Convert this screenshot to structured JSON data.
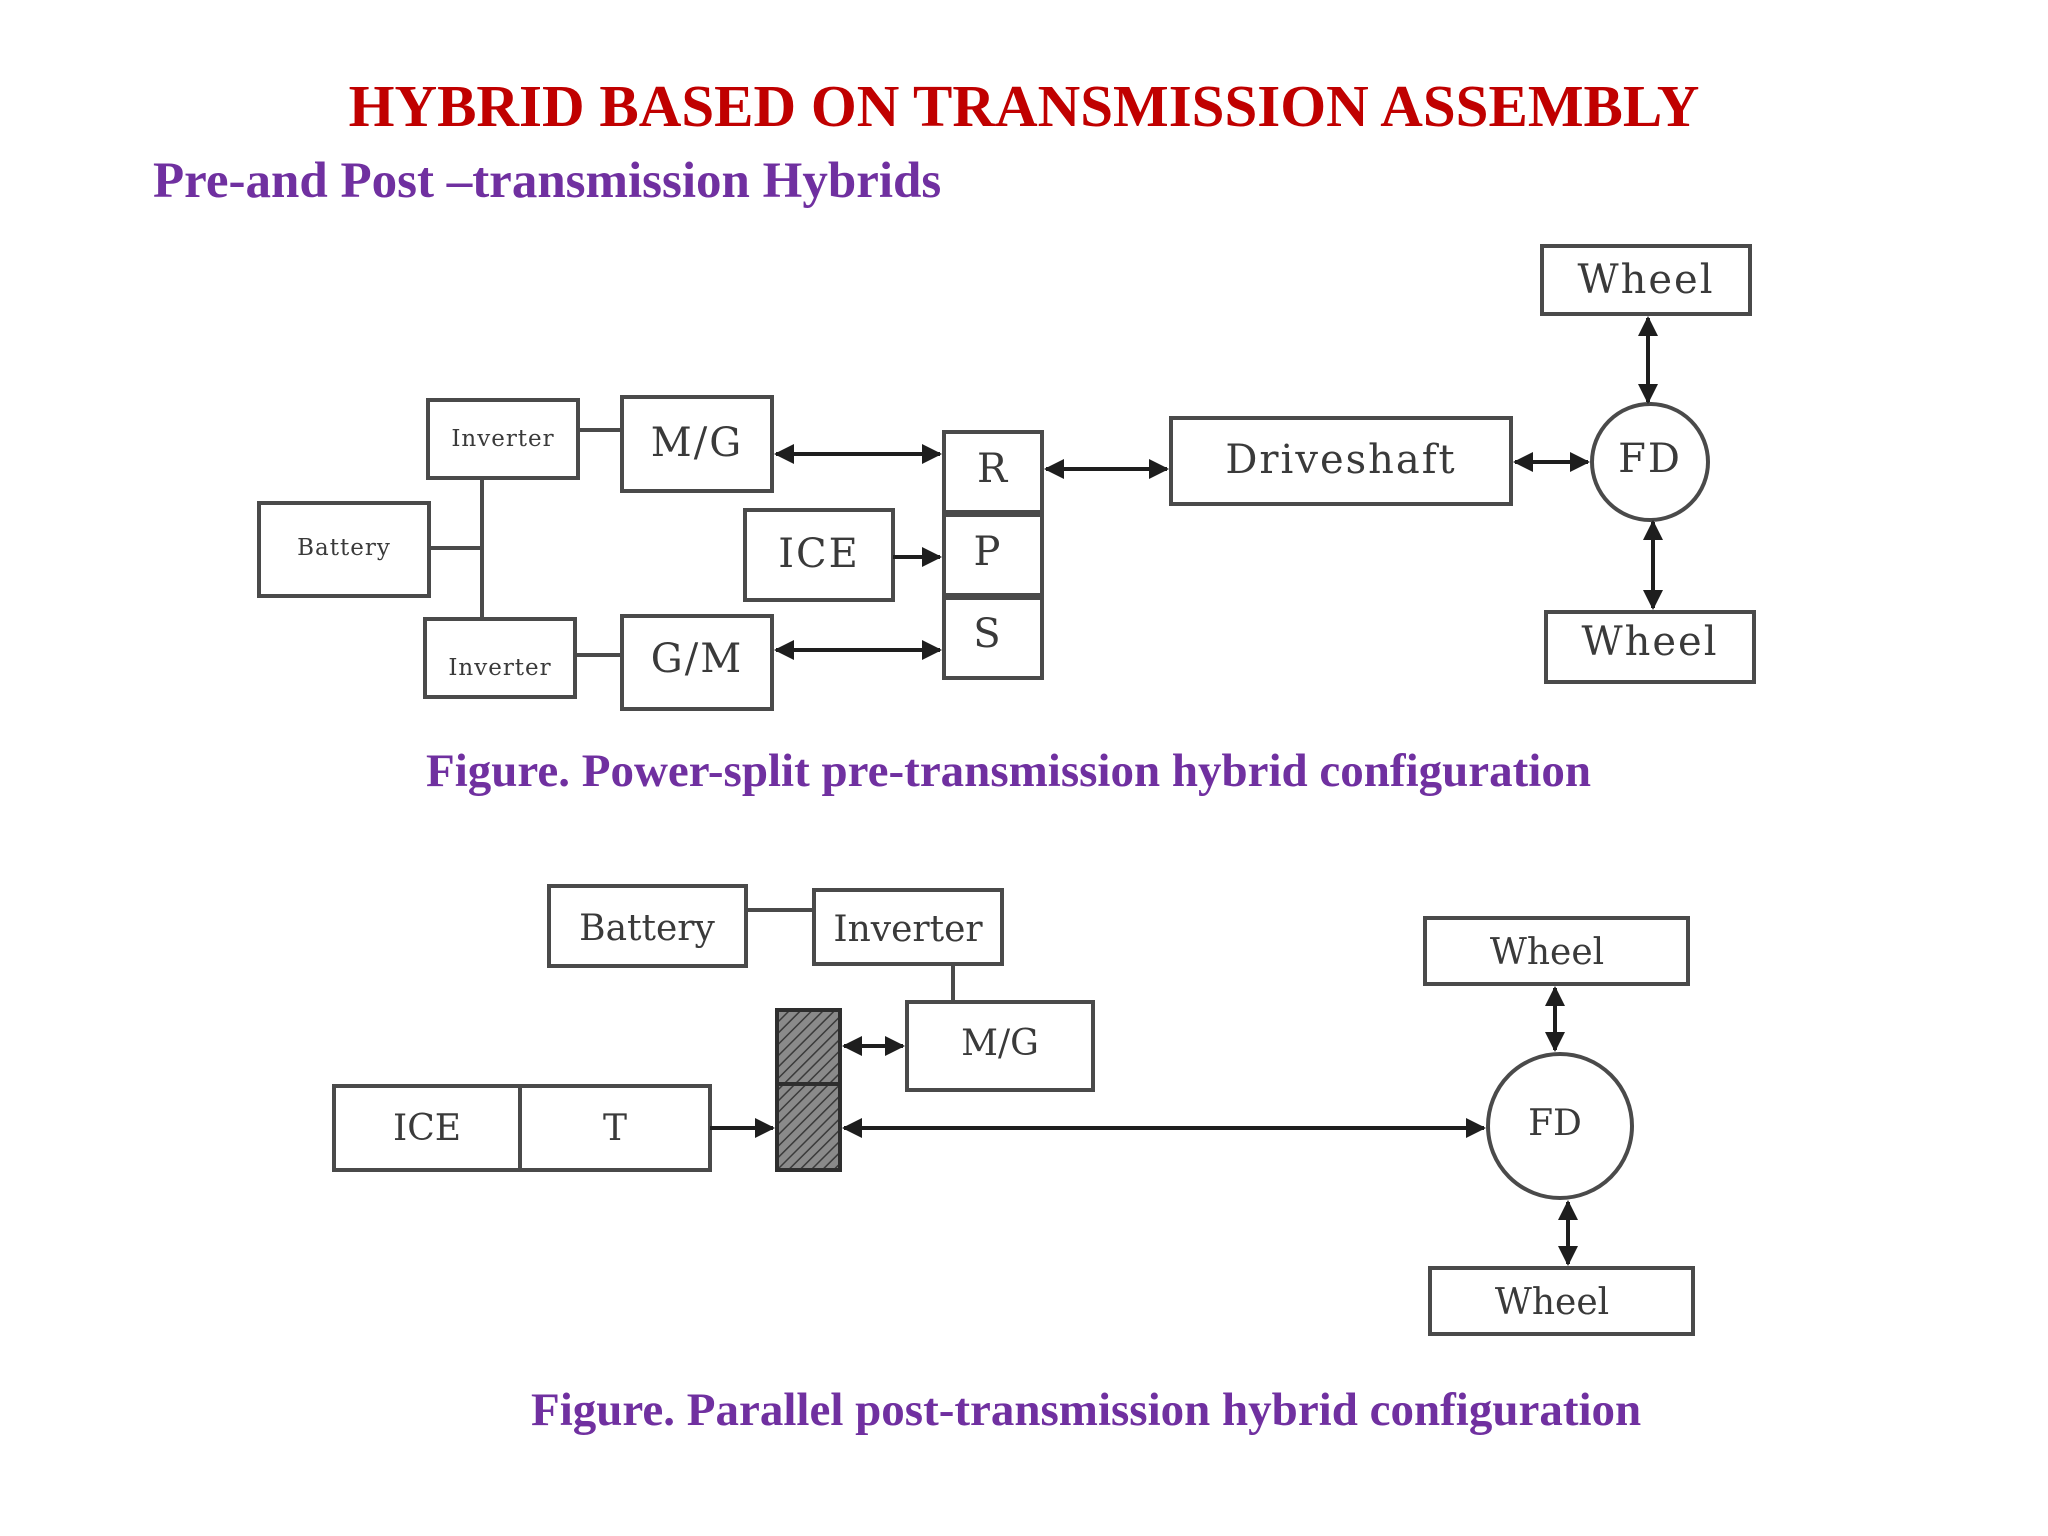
{
  "title": "HYBRID BASED ON TRANSMISSION ASSEMBLY",
  "subtitle": "Pre-and Post –transmission Hybrids",
  "figure1": {
    "caption": "Figure. Power-split pre-transmission hybrid configuration",
    "labels": {
      "inverter_top": "Inverter",
      "inverter_bottom": "Inverter",
      "battery": "Battery",
      "mg": "M/G",
      "gm": "G/M",
      "ice": "ICE",
      "r": "R",
      "p": "P",
      "s": "S",
      "driveshaft": "Driveshaft",
      "fd": "FD",
      "wheel_top": "Wheel",
      "wheel_bottom": "Wheel"
    }
  },
  "figure2": {
    "caption": "Figure. Parallel post-transmission hybrid configuration",
    "labels": {
      "battery": "Battery",
      "inverter": "Inverter",
      "mg": "M/G",
      "ice": "ICE",
      "t": "T",
      "fd": "FD",
      "wheel_top": "Wheel",
      "wheel_bottom": "Wheel"
    }
  },
  "colors": {
    "title": "#c00000",
    "subtitle": "#7030a0",
    "diagram_stroke": "#4a4a4a"
  }
}
